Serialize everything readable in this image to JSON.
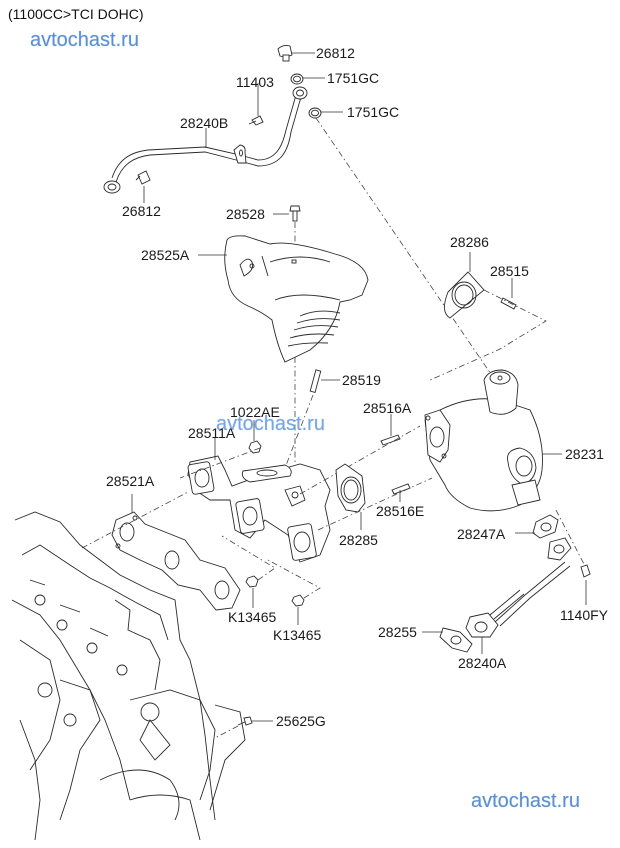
{
  "header": {
    "title": "(1100CC>TCI DOHC)"
  },
  "watermarks": [
    "avtochast.ru",
    "avtochast.ru",
    "avtochast.ru"
  ],
  "parts": {
    "plug_top": "26812",
    "gasket_top_1": "1751GC",
    "gasket_top_2": "1751GC",
    "bolt_11403": "11403",
    "oil_feed_pipe": "28240B",
    "plug_bottom": "26812",
    "bolt_28528": "28528",
    "heat_protector": "28525A",
    "gasket_28286": "28286",
    "stud_28515": "28515",
    "stud_28519": "28519",
    "nut_1022AE": "1022AE",
    "exhaust_manifold": "28511A",
    "stud_28516A": "28516A",
    "turbocharger": "28231",
    "manifold_gasket": "28521A",
    "turbo_gasket_28285": "28285",
    "stud_28516E": "28516E",
    "gasket_28247A": "28247A",
    "nut_k13465_1": "K13465",
    "nut_k13465_2": "K13465",
    "bolt_1140FY": "1140FY",
    "gasket_28255": "28255",
    "oil_drain_pipe": "28240A",
    "bolt_25625G": "25625G"
  }
}
